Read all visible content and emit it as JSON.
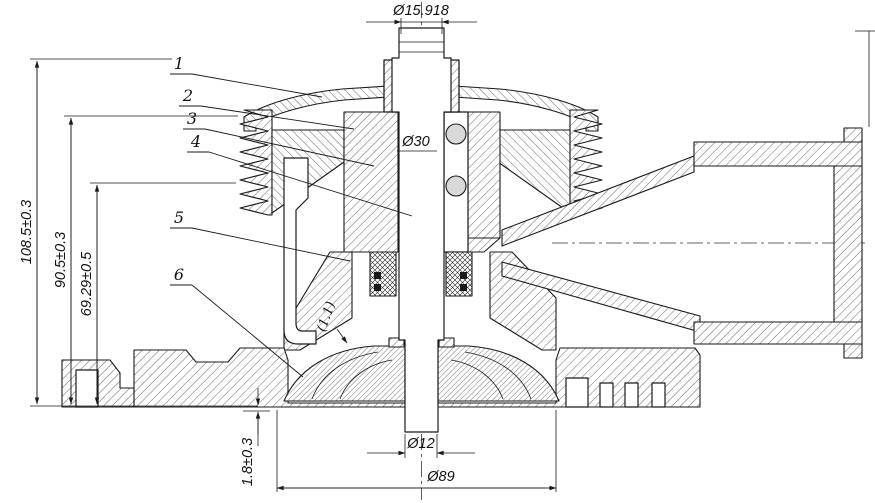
{
  "labels": {
    "dim_shaft_top": "Ø15.918",
    "dim_bore": "Ø30",
    "dim_shaft_bottom": "Ø12",
    "dim_impeller": "Ø89",
    "dim_overall_height": "108.5±0.3",
    "dim_height_mid": "90.5±0.3",
    "dim_height_inner": "69.29±0.5",
    "dim_clearance": "1.8±0.3",
    "dim_reference_gap": "(1.1)"
  },
  "callouts": [
    {
      "number": "1"
    },
    {
      "number": "2"
    },
    {
      "number": "3"
    },
    {
      "number": "4"
    },
    {
      "number": "5"
    },
    {
      "number": "6"
    }
  ],
  "colors": {
    "line": "#1a1a1a",
    "background": "#ffffff"
  }
}
